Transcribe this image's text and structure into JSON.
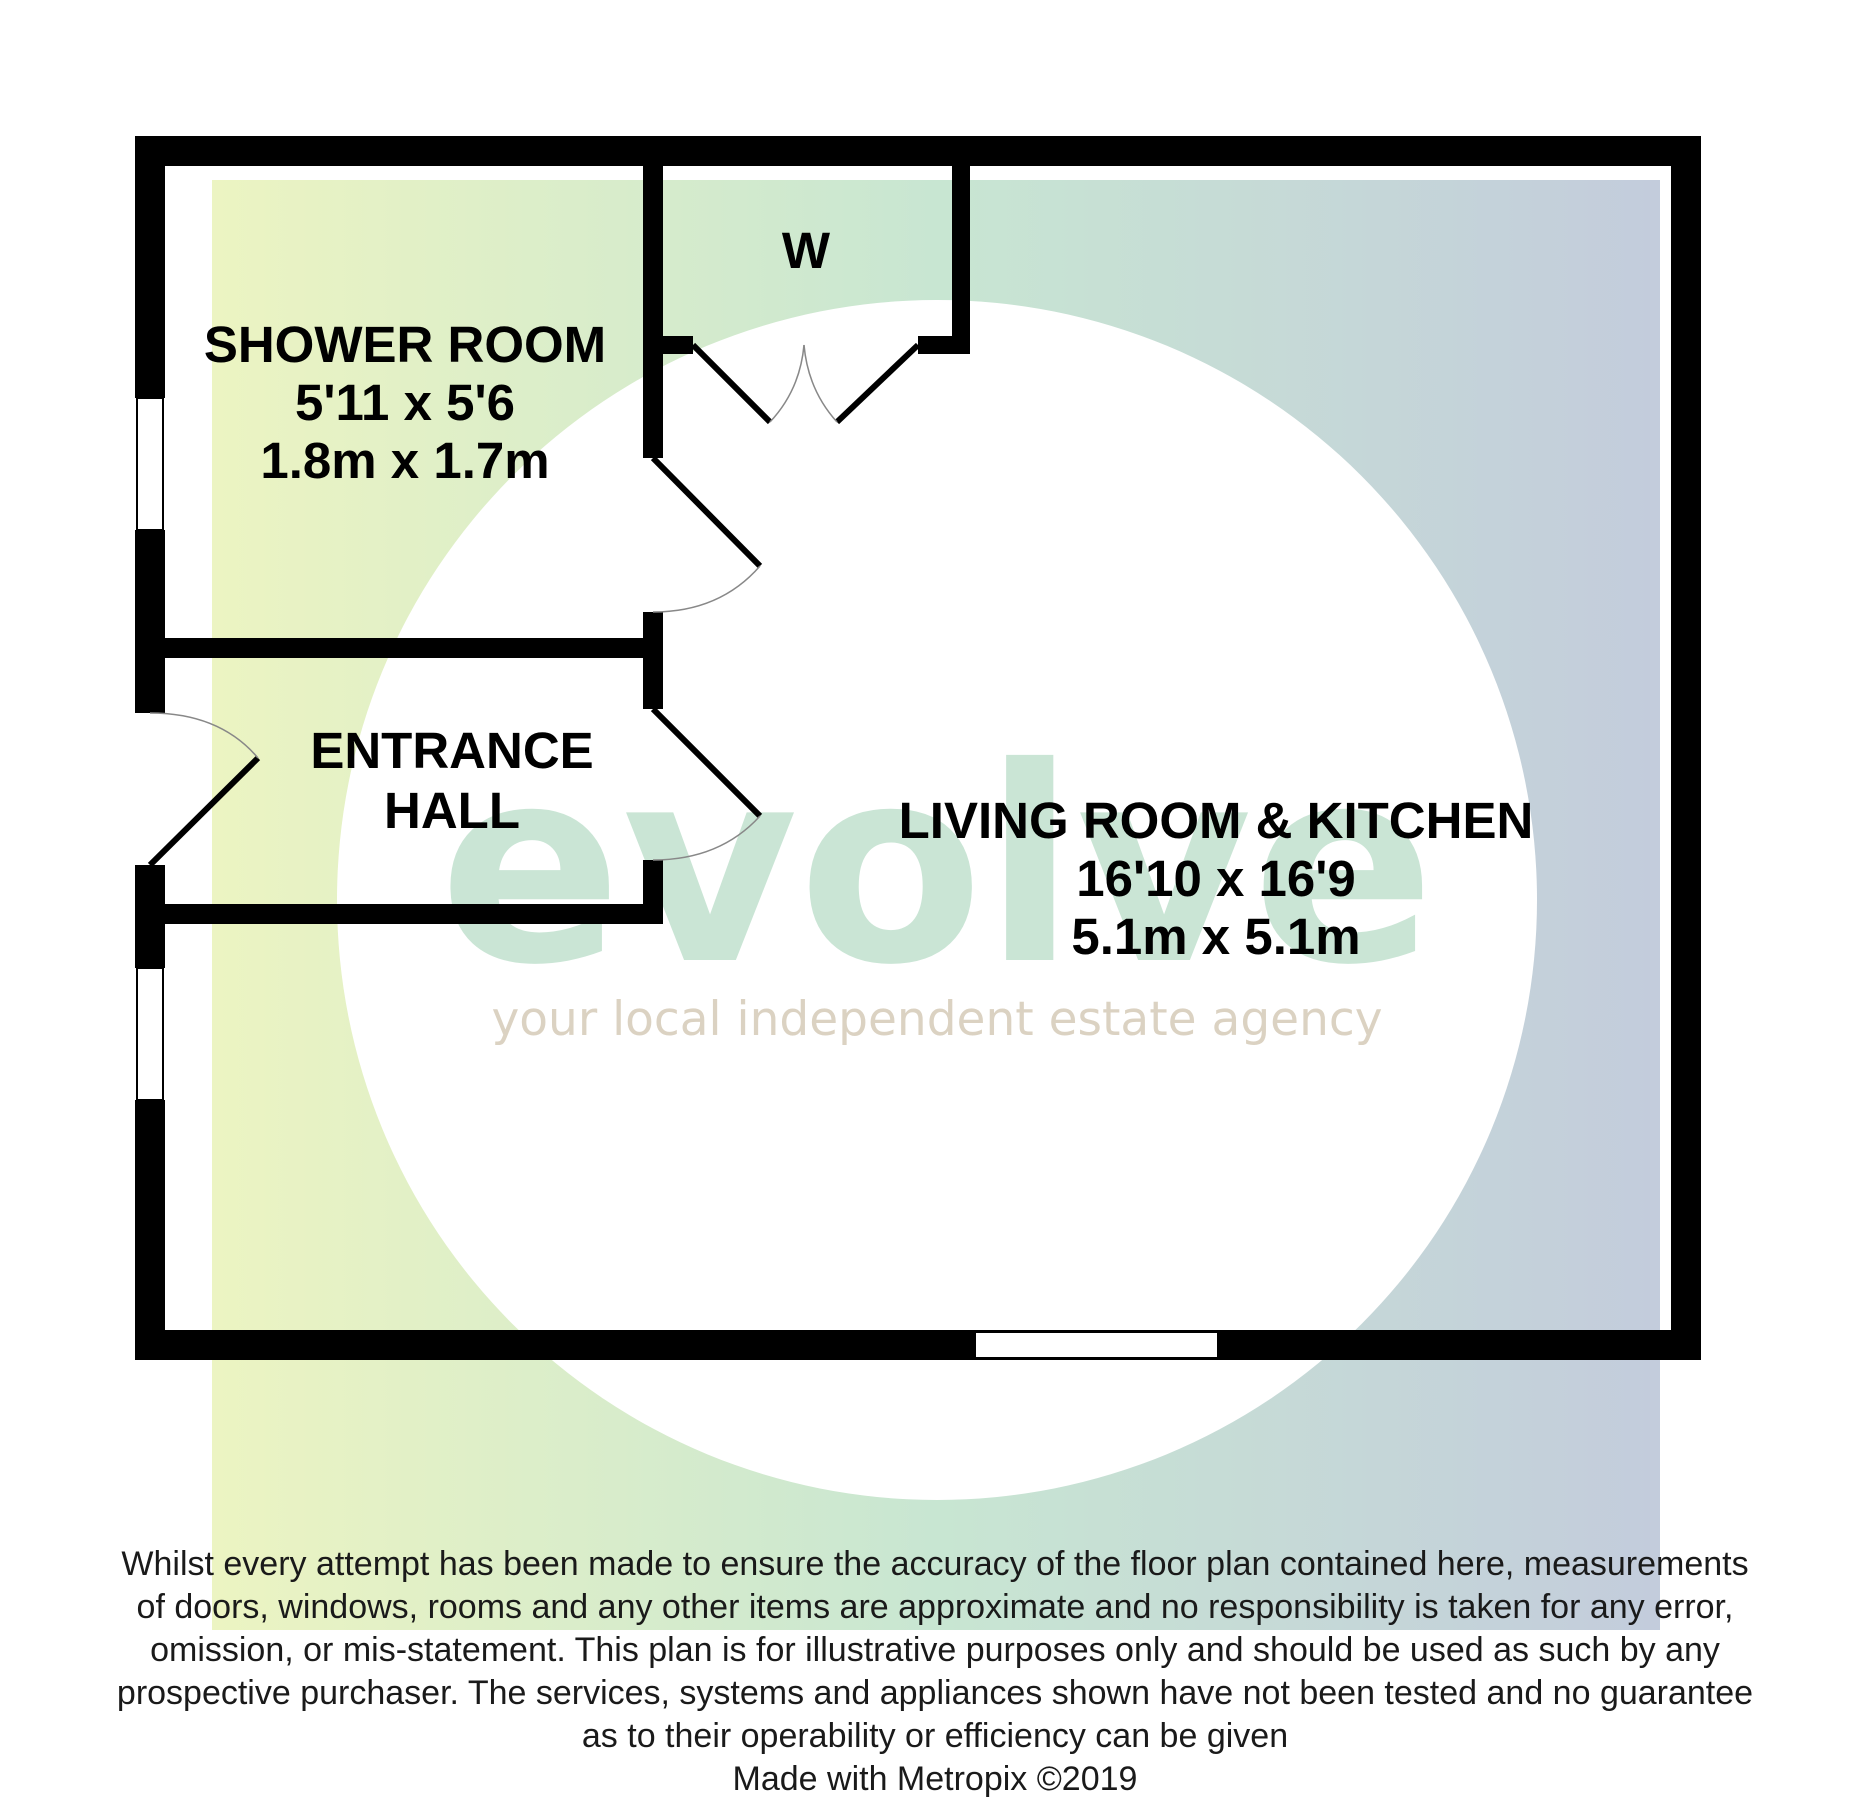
{
  "colors": {
    "wall": "#000000",
    "band_left": "#ecf4c2",
    "band_mid": "#c8e6d2",
    "band_right": "#c3ccdc",
    "watermark_main": "#9fd0b4",
    "watermark_tag": "#c4b59a"
  },
  "watermark": {
    "brand": "evolve",
    "tagline": "your local independent estate agency"
  },
  "rooms": {
    "shower_room": {
      "name": "SHOWER ROOM",
      "imperial": "5'11 x 5'6",
      "metric": "1.8m x 1.7m"
    },
    "wardrobe": {
      "name": "W"
    },
    "entrance_hall": {
      "line1": "ENTRANCE",
      "line2": "HALL"
    },
    "living_room": {
      "name": "LIVING ROOM & KITCHEN",
      "imperial": "16'10 x 16'9",
      "metric": "5.1m x 5.1m"
    }
  },
  "disclaimer": {
    "lines": [
      "Whilst every attempt has been made to ensure the accuracy of the floor plan contained here, measurements",
      "of doors, windows, rooms and any other items are approximate and no responsibility is taken for any error,",
      "omission, or mis-statement. This plan is for illustrative purposes only and should be used as such by any",
      "prospective purchaser. The services, systems and appliances shown have not been tested and no guarantee",
      "as to their operability or efficiency can be given"
    ],
    "credit": "Made with Metropix ©2019"
  }
}
